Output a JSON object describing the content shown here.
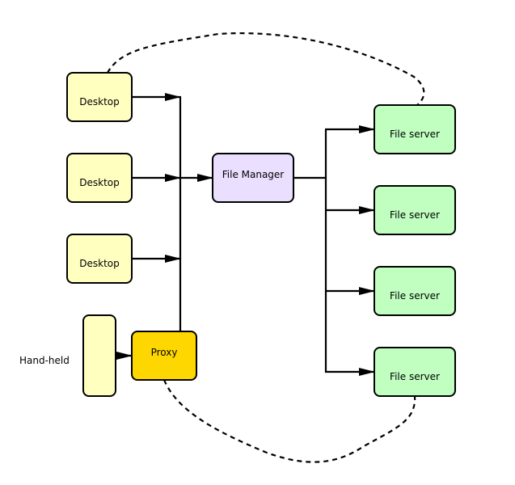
{
  "nodes": {
    "desktop_1": {
      "label": "Desktop",
      "fill": "#ffffc0"
    },
    "desktop_2": {
      "label": "Desktop",
      "fill": "#ffffc0"
    },
    "desktop_3": {
      "label": "Desktop",
      "fill": "#ffffc0"
    },
    "handheld": {
      "label": "Hand-held",
      "fill": "#ffffc0"
    },
    "proxy": {
      "label": "Proxy",
      "fill": "#ffd700"
    },
    "file_manager": {
      "label": "File Manager",
      "fill": "#eadfff"
    },
    "file_server_1": {
      "label": "File server",
      "fill": "#c0ffc0"
    },
    "file_server_2": {
      "label": "File server",
      "fill": "#c0ffc0"
    },
    "file_server_3": {
      "label": "File server",
      "fill": "#c0ffc0"
    },
    "file_server_4": {
      "label": "File server",
      "fill": "#c0ffc0"
    }
  },
  "edges": [
    {
      "from": "desktop_1",
      "to": "file_manager",
      "style": "solid-arrow"
    },
    {
      "from": "desktop_2",
      "to": "file_manager",
      "style": "solid-arrow"
    },
    {
      "from": "desktop_3",
      "to": "file_manager",
      "style": "solid-arrow"
    },
    {
      "from": "handheld",
      "to": "proxy",
      "style": "solid-arrow"
    },
    {
      "from": "proxy",
      "to": "file_manager",
      "style": "solid"
    },
    {
      "from": "file_manager",
      "to": "file_server_1",
      "style": "solid-arrow"
    },
    {
      "from": "file_manager",
      "to": "file_server_2",
      "style": "solid-arrow"
    },
    {
      "from": "file_manager",
      "to": "file_server_3",
      "style": "solid-arrow"
    },
    {
      "from": "file_manager",
      "to": "file_server_4",
      "style": "solid-arrow"
    },
    {
      "from": "desktop_1",
      "to": "file_server_1",
      "style": "dashed"
    },
    {
      "from": "proxy",
      "to": "file_server_4",
      "style": "dashed"
    }
  ],
  "colors": {
    "stroke": "#000000",
    "background": "#ffffff"
  }
}
